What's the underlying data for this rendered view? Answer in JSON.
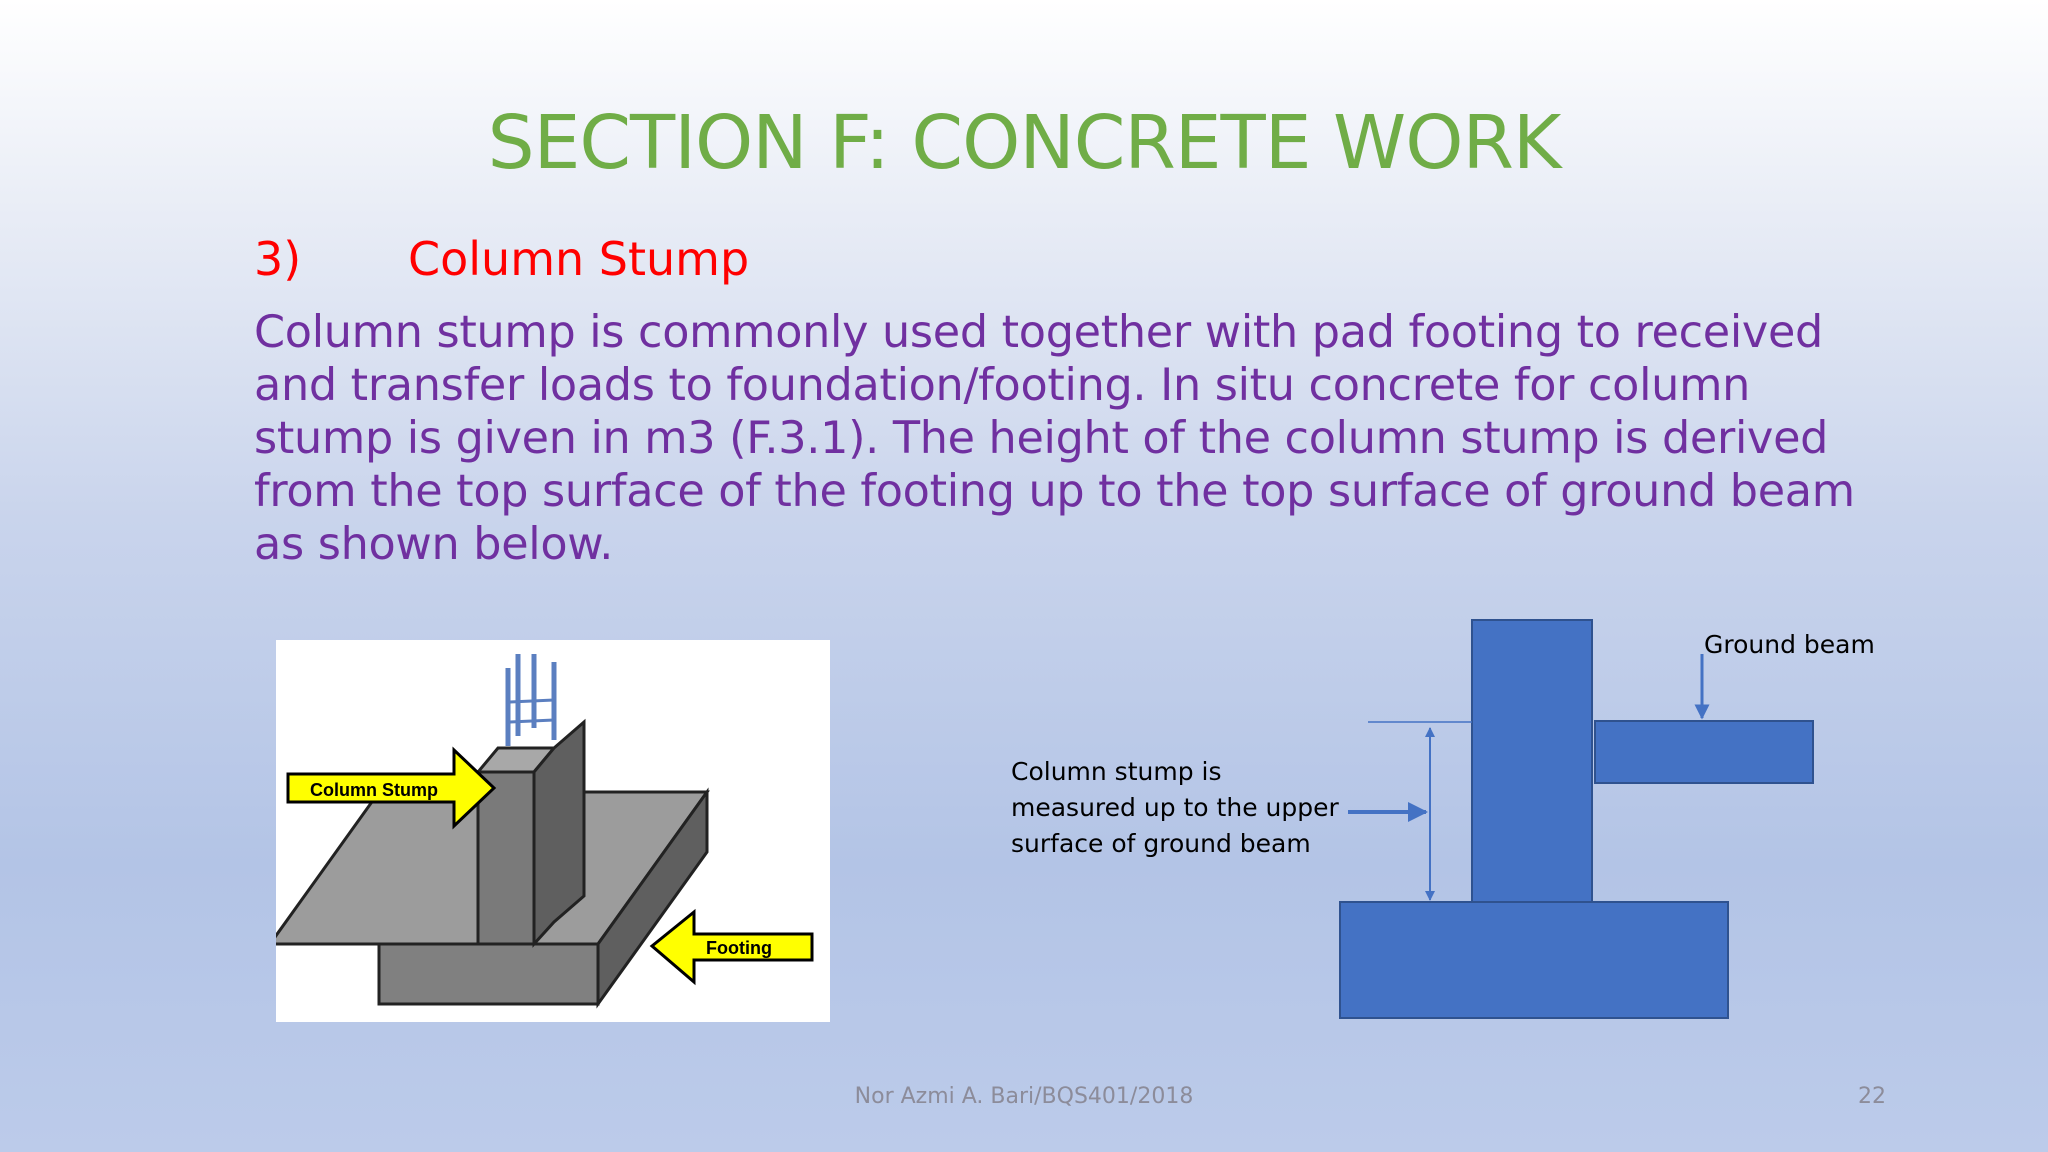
{
  "slide": {
    "title": "SECTION F: CONCRETE WORK",
    "subheading": {
      "number": "3)",
      "text": "Column Stump"
    },
    "body": "Column stump is commonly used together with pad footing to received and transfer loads to foundation/footing.  In situ concrete for column stump is given in m3 (F.3.1).  The height of the column stump is derived from the top surface of the footing up to the top surface of ground beam as shown below.",
    "footer": "Nor Azmi A. Bari/BQS401/2018",
    "page_number": "22"
  },
  "left_figure": {
    "column_stump_label": "Column Stump",
    "footing_label": "Footing"
  },
  "right_diagram": {
    "ground_beam_label": "Ground beam",
    "measurement_note": "Column stump is measured up to the upper surface of ground beam"
  },
  "colors": {
    "title": "#70ad47",
    "subheading": "#ff0000",
    "body": "#7030a0",
    "diagram_fill": "#4472c4",
    "label_arrow": "#ffff00"
  }
}
